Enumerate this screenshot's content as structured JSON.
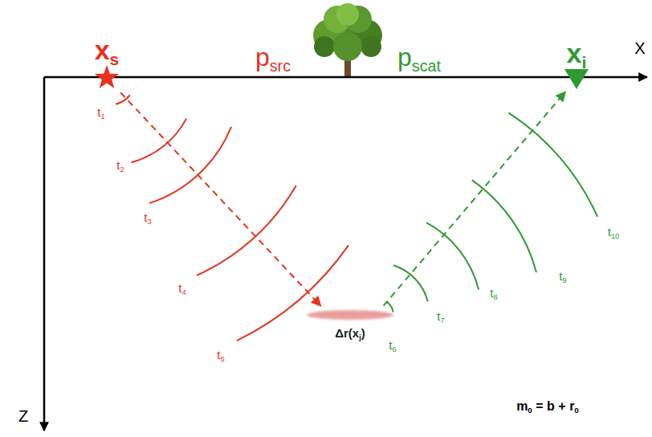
{
  "diagram": {
    "nodes": [
      {
        "text": [
          "xs"
        ]
      },
      {
        "text": [
          "xi"
        ]
      },
      {
        "text": [
          "Δr(xj)"
        ]
      }
    ],
    "edges": [
      {
        "from": 0,
        "to": 2,
        "arrow": "to"
      },
      {
        "from": 2,
        "to": 1,
        "arrow": "to"
      }
    ],
    "labels": [
      "X",
      "psrc",
      "pscat",
      "t1",
      "t2",
      "t3",
      "t4",
      "t5",
      "t6",
      "t7",
      "t8",
      "t9",
      "t10",
      "Z",
      "m0 = b + r0"
    ]
  }
}
